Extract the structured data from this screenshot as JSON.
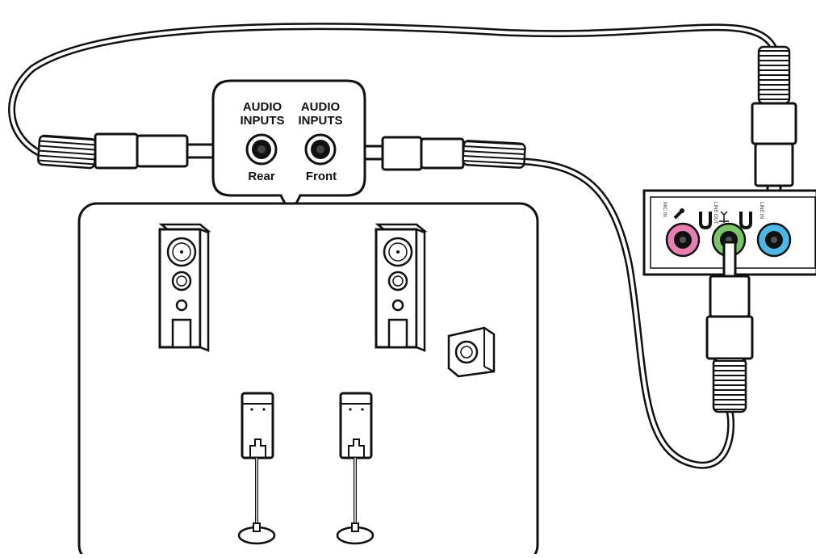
{
  "speaker_box": {
    "inputs": [
      {
        "title_line1": "AUDIO",
        "title_line2": "INPUTS",
        "position": "Rear"
      },
      {
        "title_line1": "AUDIO",
        "title_line2": "INPUTS",
        "position": "Front"
      }
    ]
  },
  "io_panel": {
    "ports": [
      {
        "label": "MIC IN",
        "color": "#e87fb0"
      },
      {
        "label": "LINE OUT",
        "color": "#7bc46a"
      },
      {
        "label": "LINE IN",
        "color": "#4fb7e6"
      }
    ]
  }
}
